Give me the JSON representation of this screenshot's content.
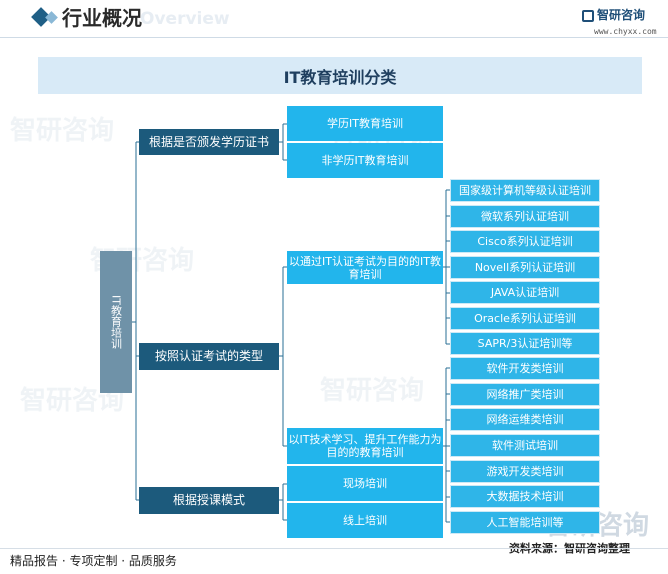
{
  "header": {
    "title": "行业概况",
    "subtitle": "Overview",
    "logo_text": "智研咨询",
    "site": "www.chyxx.com"
  },
  "diagram": {
    "title": "IT教育培训分类",
    "root": "IT教育培训",
    "branches": [
      {
        "label": "根据是否颁发学历证书",
        "children": [
          "学历IT教育培训",
          "非学历IT教育培训"
        ]
      },
      {
        "label": "按照认证考试的类型",
        "children": [
          {
            "label": "以通过IT认证考试为目的的IT教育培训",
            "children": [
              "国家级计算机等级认证培训",
              "微软系列认证培训",
              "Cisco系列认证培训",
              "Novell系列认证培训",
              "JAVA认证培训",
              "Oracle系列认证培训",
              "SAPR/3认证培训等"
            ]
          },
          {
            "label": "以IT技术学习、提升工作能力为目的的教育培训",
            "children": [
              "软件开发类培训",
              "网络推广类培训",
              "网络运维类培训",
              "软件测试培训",
              "游戏开发类培训",
              "大数据技术培训",
              "人工智能培训等"
            ]
          }
        ]
      },
      {
        "label": "根据授课模式",
        "children": [
          "现场培训",
          "线上培训"
        ]
      }
    ]
  },
  "footer": {
    "left": "精品报告 · 专项定制 · 品质服务",
    "source": "资料来源：智研咨询整理"
  },
  "watermark": "智研咨询"
}
